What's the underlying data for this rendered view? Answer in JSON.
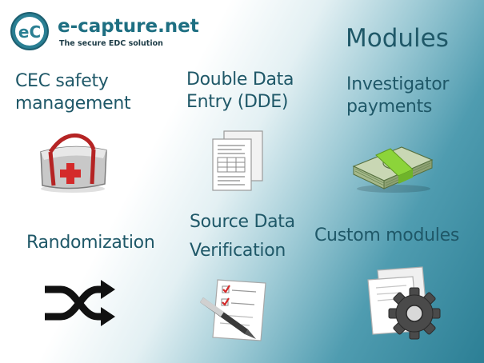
{
  "brand": {
    "logo_letters": "eC",
    "name": "e-capture.net",
    "tagline": "The secure EDC solution"
  },
  "title": "Modules",
  "modules": [
    {
      "line1": "CEC safety",
      "line2": "management",
      "icon": "first-aid-kit-icon"
    },
    {
      "line1": "Double Data",
      "line2": "Entry (DDE)",
      "icon": "documents-icon"
    },
    {
      "line1": "Investigator",
      "line2": "payments",
      "icon": "money-stack-icon"
    },
    {
      "line1": "Randomization",
      "line2": "",
      "icon": "shuffle-icon"
    },
    {
      "line1": "Source Data",
      "line2": "Verification",
      "icon": "checklist-pen-icon"
    },
    {
      "line1": "Custom modules",
      "line2": "",
      "icon": "gear-documents-icon"
    }
  ],
  "colors": {
    "text": "#1f5868",
    "brand": "#1e6f82",
    "cross": "#d42a2a",
    "band": "#8cd43a"
  }
}
